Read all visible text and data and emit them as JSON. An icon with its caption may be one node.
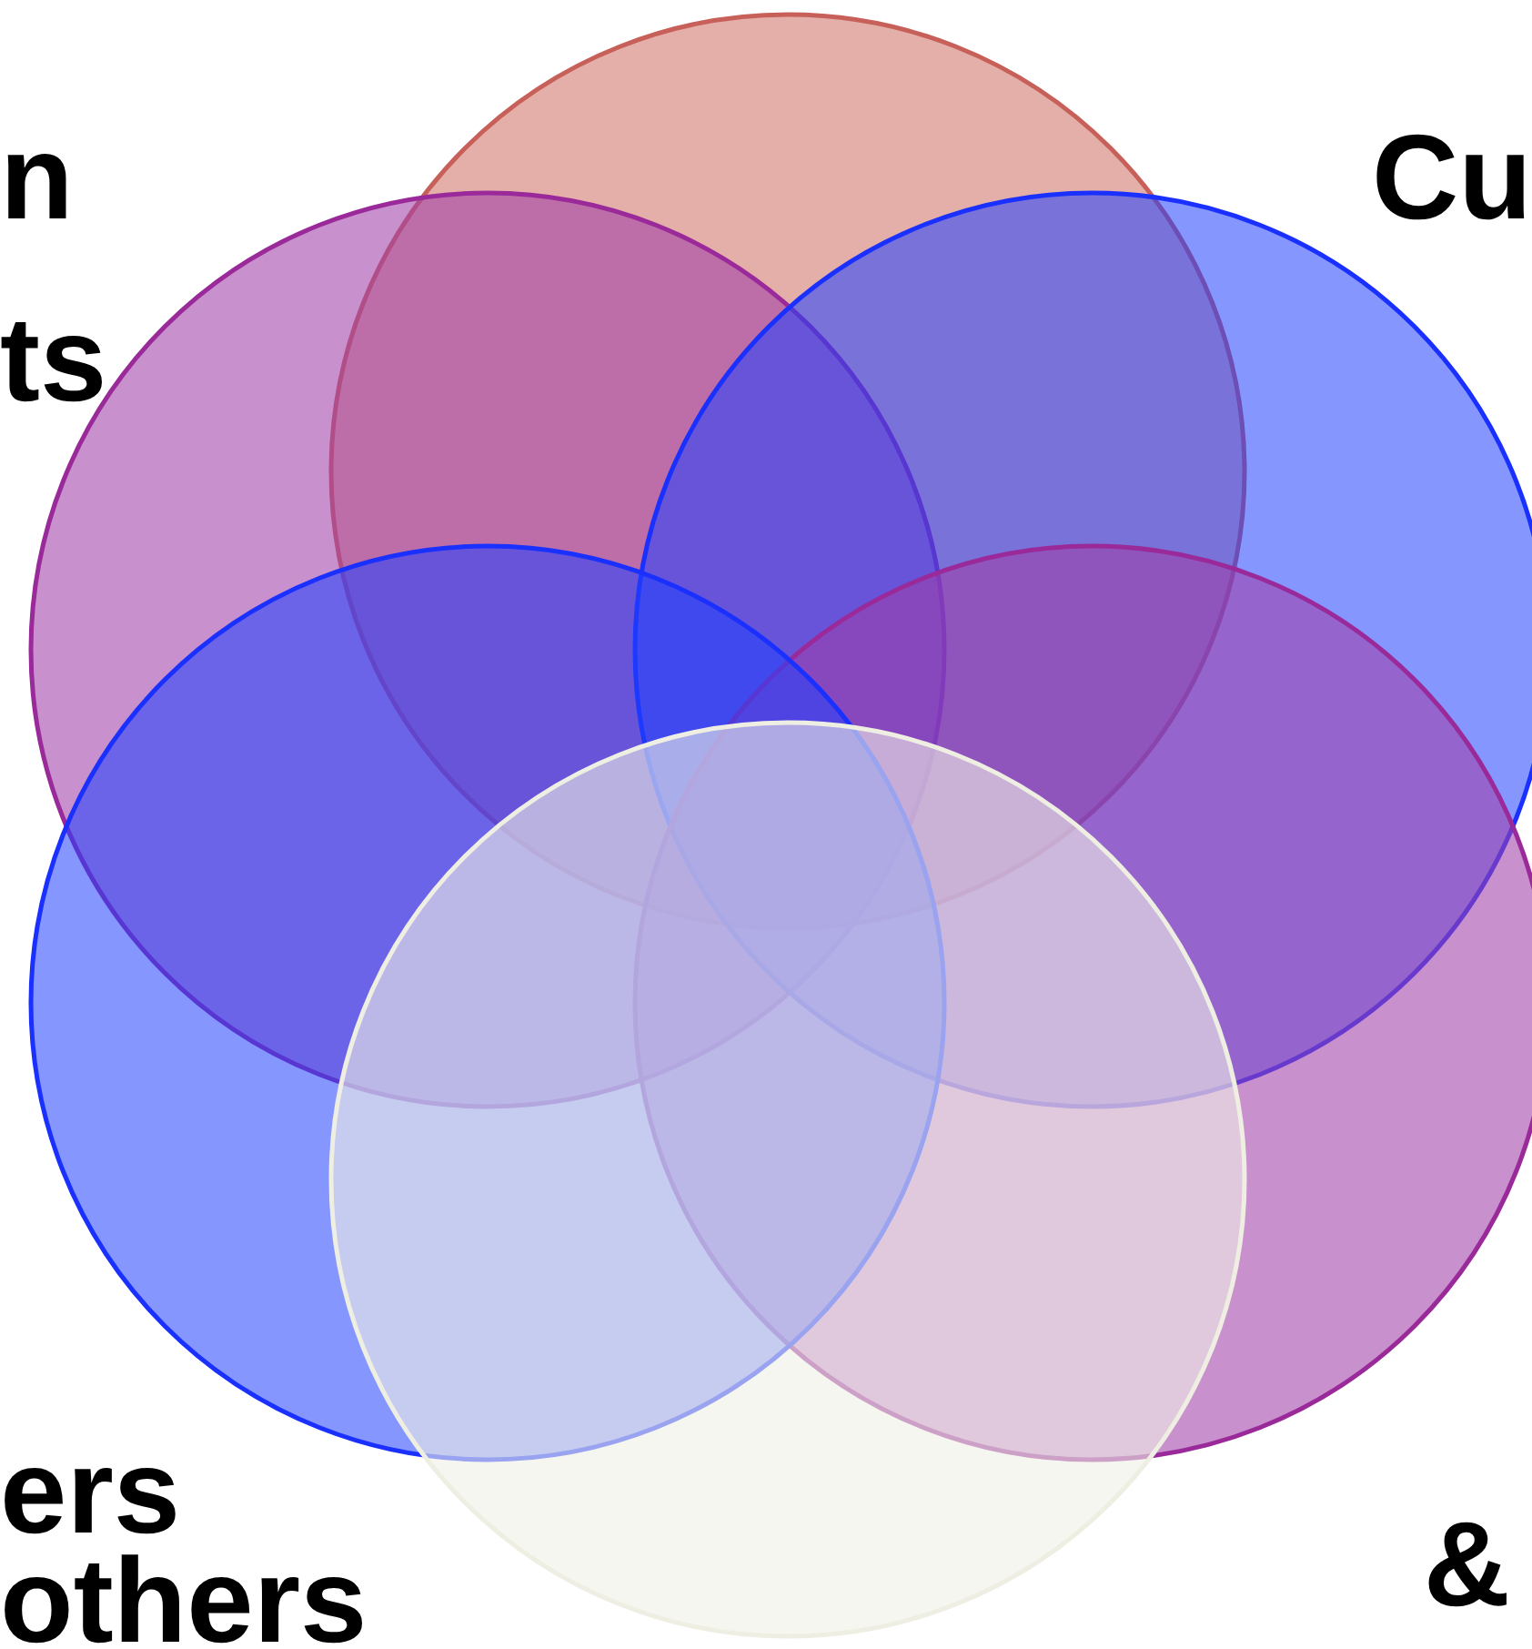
{
  "diagram": {
    "nodes": [
      {
        "text": [],
        "shape": "circle"
      },
      {
        "text": [],
        "shape": "circle"
      },
      {
        "text": [],
        "shape": "circle"
      },
      {
        "text": [],
        "shape": "circle"
      },
      {
        "text": [],
        "shape": "circle"
      },
      {
        "text": [],
        "shape": "circle"
      }
    ],
    "edges": [],
    "labels": [
      "n",
      "Cu",
      "ts",
      "ers",
      "&",
      "others"
    ]
  }
}
